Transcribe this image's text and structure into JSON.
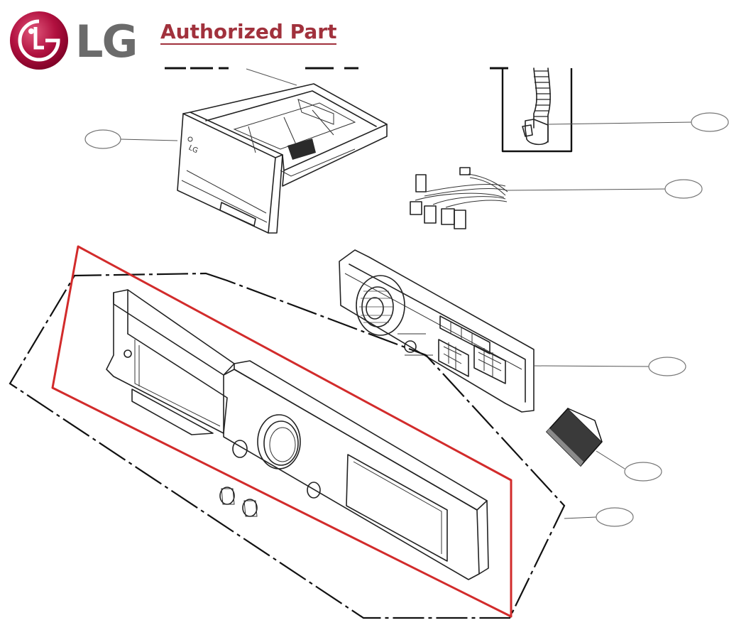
{
  "brand": {
    "logo_text": "LG",
    "logo_mark": "lg-face-logo",
    "tagline": "Authorized Part",
    "colors": {
      "logo_red": "#a50034",
      "logo_gray": "#6b6b6b",
      "tagline": "#a1313c",
      "highlight": "#d22b2b"
    }
  },
  "diagram": {
    "parts": [
      {
        "name": "detergent-drawer",
        "callout": ""
      },
      {
        "name": "drain-hose",
        "callout": ""
      },
      {
        "name": "wire-harness",
        "callout": ""
      },
      {
        "name": "control-pcb",
        "callout": ""
      },
      {
        "name": "knob-cap",
        "callout": ""
      },
      {
        "name": "control-panel-assembly",
        "callout": ""
      }
    ],
    "highlighted_part": "control-panel-assembly"
  }
}
